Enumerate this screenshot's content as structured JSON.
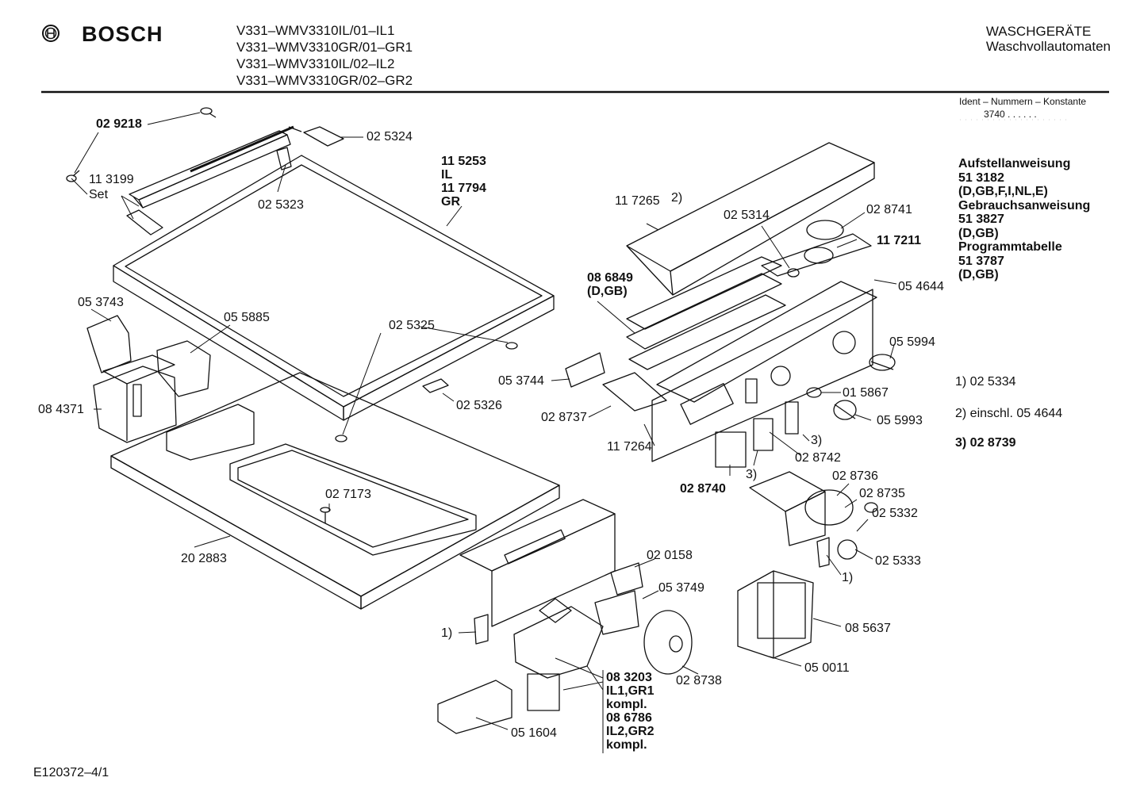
{
  "header": {
    "brand": "BOSCH",
    "models": [
      "V331–WMV3310IL/01–IL1",
      "V331–WMV3310GR/01–GR1",
      "V331–WMV3310IL/02–IL2",
      "V331–WMV3310GR/02–GR2"
    ],
    "category": "WASCHGERÄTE",
    "subcategory": "Waschvollautomaten"
  },
  "ident": {
    "label": "Ident – Nummern – Konstante",
    "value": "3740 . . . . . ."
  },
  "docs": [
    "Aufstellanweisung",
    "51 3182",
    "(D,GB,F,I,NL,E)",
    "Gebrauchsanweisung",
    "51 3827",
    "(D,GB)",
    "Programmtabelle",
    "51 3787",
    "(D,GB)"
  ],
  "notes": [
    "1)  02 5334",
    "2)  einschl. 05 4644",
    "3) 02 8739"
  ],
  "parts": {
    "p029218": "02 9218",
    "p113199": "11 3199",
    "p113199set": "Set",
    "p025324": "02 5324",
    "p025323": "02 5323",
    "p115253": "11 5253",
    "pIL": "IL",
    "p117794": "11 7794",
    "pGR": "GR",
    "p053743": "05 3743",
    "p055885": "05 5885",
    "p084371": "08 4371",
    "p025325": "02 5325",
    "p025326": "02 5326",
    "p027173": "02 7173",
    "p202883": "20 2883",
    "p117265": "11 7265",
    "p117265n": "2)",
    "p025314": "02 5314",
    "p028741": "02 8741",
    "p117211": "11 7211",
    "p086849": "08 6849",
    "p086849b": "(D,GB)",
    "p054644": "05 4644",
    "p055994": "05 5994",
    "p053744": "05 3744",
    "p028737": "02 8737",
    "p015867": "01 5867",
    "p055993": "05 5993",
    "p117264": "11 7264",
    "p3a": "3)",
    "p028742": "02 8742",
    "p028740": "02 8740",
    "p3b": "3)",
    "p028736": "02 8736",
    "p028735": "02 8735",
    "p025332": "02 5332",
    "p025333": "02 5333",
    "p1a": "1)",
    "p020158": "02 0158",
    "p053749": "05 3749",
    "p1b": "1)",
    "p085637": "08 5637",
    "p050011": "05 0011",
    "p028738": "02 8738",
    "p083203": "08 3203",
    "pIL1GR1": "IL1,GR1",
    "pkompl1": "kompl.",
    "p086786": "08 6786",
    "pIL2GR2": "IL2,GR2",
    "pkompl2": "kompl.",
    "p051604": "05 1604"
  },
  "footer": {
    "code": "E120372–4/1"
  }
}
